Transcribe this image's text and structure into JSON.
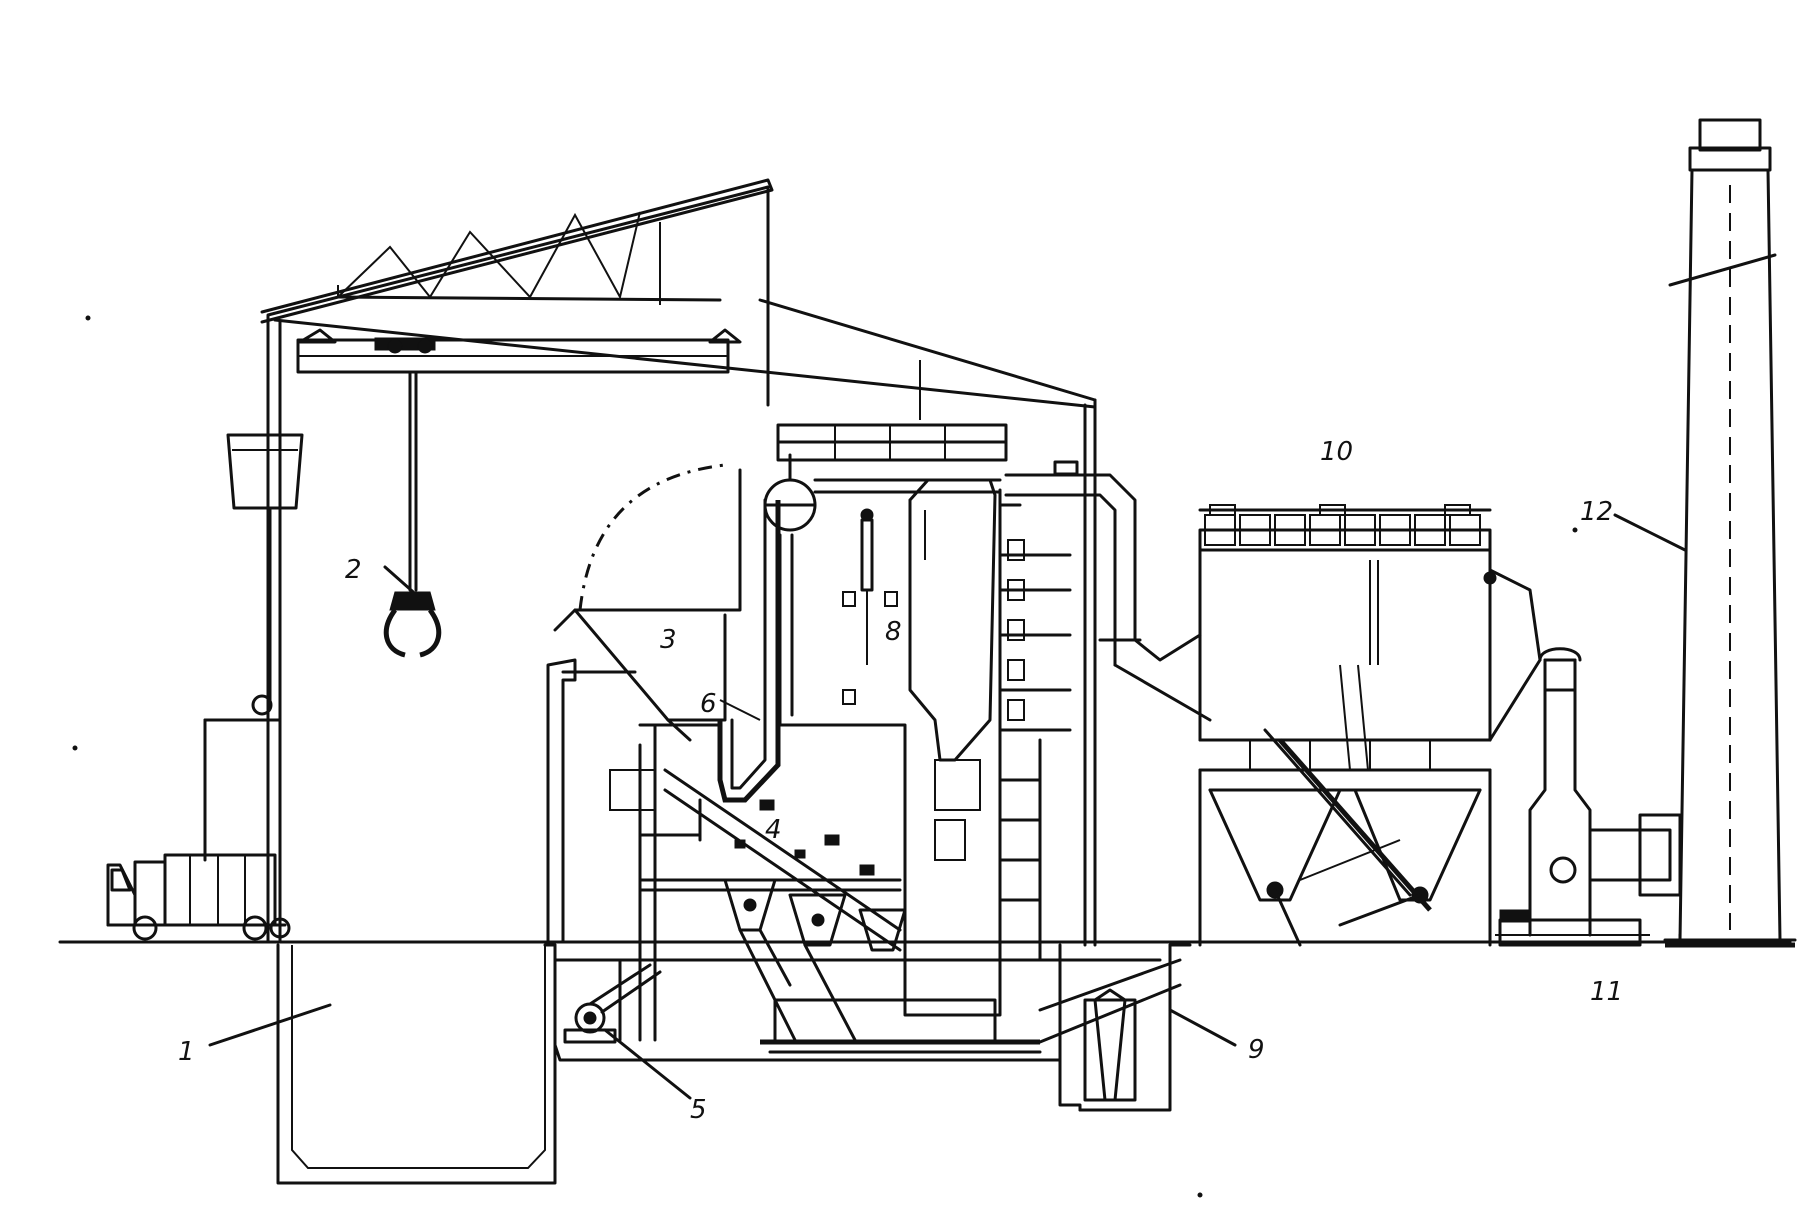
{
  "labels": {
    "l1": "1",
    "l2": "2",
    "l3": "3",
    "l4": "4",
    "l5": "5",
    "l6": "6",
    "l8": "8",
    "l9": "9",
    "l10": "10",
    "l11": "11",
    "l12": "12"
  }
}
